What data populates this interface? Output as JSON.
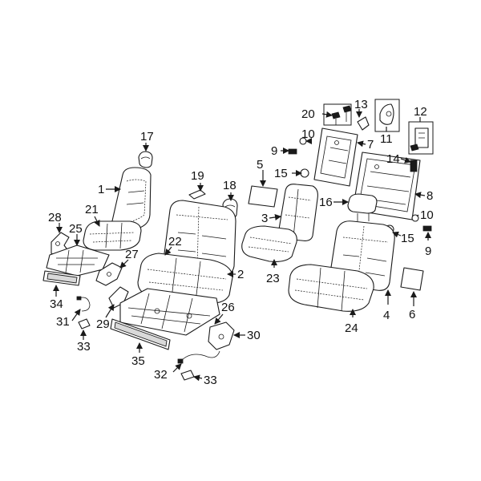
{
  "callouts": {
    "c1": "1",
    "c2": "2",
    "c3": "3",
    "c4": "4",
    "c5": "5",
    "c6": "6",
    "c7": "7",
    "c8": "8",
    "c9a": "9",
    "c9b": "9",
    "c10a": "10",
    "c10b": "10",
    "c11": "11",
    "c12": "12",
    "c13": "13",
    "c14": "14",
    "c15a": "15",
    "c15b": "15",
    "c16": "16",
    "c17": "17",
    "c18": "18",
    "c19": "19",
    "c20": "20",
    "c21": "21",
    "c22": "22",
    "c23": "23",
    "c24": "24",
    "c25": "25",
    "c26": "26",
    "c27": "27",
    "c28": "28",
    "c29": "29",
    "c30": "30",
    "c31": "31",
    "c32": "32",
    "c33a": "33",
    "c33b": "33",
    "c34": "34",
    "c35": "35"
  }
}
